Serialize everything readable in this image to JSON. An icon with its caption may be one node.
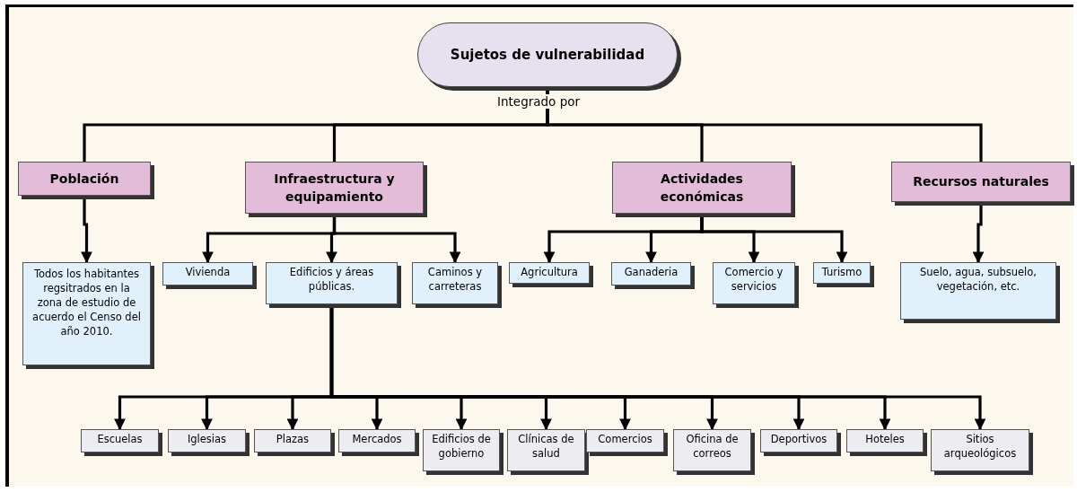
{
  "diagram": {
    "nodes": [
      {
        "text": [
          "Sujetos de vulnerabilidad"
        ]
      },
      {
        "text": [
          "Población"
        ]
      },
      {
        "text": [
          "Infraestructura y equipamiento"
        ]
      },
      {
        "text": [
          "Actividades económicas"
        ]
      },
      {
        "text": [
          "Recursos naturales"
        ]
      },
      {
        "text": [
          "Todos los habitantes regsitrados en la zona de estudio de acuerdo el Censo del año 2010."
        ]
      },
      {
        "text": [
          "Vivienda"
        ]
      },
      {
        "text": [
          "Edificios y áreas públicas."
        ]
      },
      {
        "text": [
          "Caminos y carreteras"
        ]
      },
      {
        "text": [
          "Agricultura"
        ]
      },
      {
        "text": [
          "Ganaderia"
        ]
      },
      {
        "text": [
          "Comercio y servicios"
        ]
      },
      {
        "text": [
          "Turismo"
        ]
      },
      {
        "text": [
          "Suelo, agua, subsuelo, vegetación, etc."
        ]
      },
      {
        "text": [
          "Escuelas"
        ]
      },
      {
        "text": [
          "Iglesias"
        ]
      },
      {
        "text": [
          "Plazas"
        ]
      },
      {
        "text": [
          "Mercados"
        ]
      },
      {
        "text": [
          "Edificios de gobierno"
        ]
      },
      {
        "text": [
          "Clínicas de salud"
        ]
      },
      {
        "text": [
          "Comercios"
        ]
      },
      {
        "text": [
          "Oficina de correos"
        ]
      },
      {
        "text": [
          "Deportivos"
        ]
      },
      {
        "text": [
          "Hoteles"
        ]
      },
      {
        "text": [
          "Sitios arqueológicos"
        ]
      }
    ],
    "edges": [
      {
        "from": 0,
        "to": 1,
        "arrow": "none"
      },
      {
        "from": 0,
        "to": 2,
        "arrow": "none"
      },
      {
        "from": 0,
        "to": 3,
        "arrow": "none"
      },
      {
        "from": 0,
        "to": 4,
        "arrow": "none"
      },
      {
        "from": 1,
        "to": 5,
        "arrow": "to"
      },
      {
        "from": 2,
        "to": 6,
        "arrow": "to"
      },
      {
        "from": 2,
        "to": 7,
        "arrow": "to"
      },
      {
        "from": 2,
        "to": 8,
        "arrow": "to"
      },
      {
        "from": 3,
        "to": 9,
        "arrow": "to"
      },
      {
        "from": 3,
        "to": 10,
        "arrow": "to"
      },
      {
        "from": 3,
        "to": 11,
        "arrow": "to"
      },
      {
        "from": 3,
        "to": 12,
        "arrow": "to"
      },
      {
        "from": 4,
        "to": 13,
        "arrow": "to"
      },
      {
        "from": 7,
        "to": 14,
        "arrow": "to"
      },
      {
        "from": 7,
        "to": 15,
        "arrow": "to"
      },
      {
        "from": 7,
        "to": 16,
        "arrow": "to"
      },
      {
        "from": 7,
        "to": 17,
        "arrow": "to"
      },
      {
        "from": 7,
        "to": 18,
        "arrow": "to"
      },
      {
        "from": 7,
        "to": 19,
        "arrow": "to"
      },
      {
        "from": 7,
        "to": 20,
        "arrow": "to"
      },
      {
        "from": 7,
        "to": 21,
        "arrow": "to"
      },
      {
        "from": 7,
        "to": 22,
        "arrow": "to"
      },
      {
        "from": 7,
        "to": 23,
        "arrow": "to"
      },
      {
        "from": 7,
        "to": 24,
        "arrow": "to"
      }
    ],
    "labels": [
      "Integrado por"
    ]
  }
}
